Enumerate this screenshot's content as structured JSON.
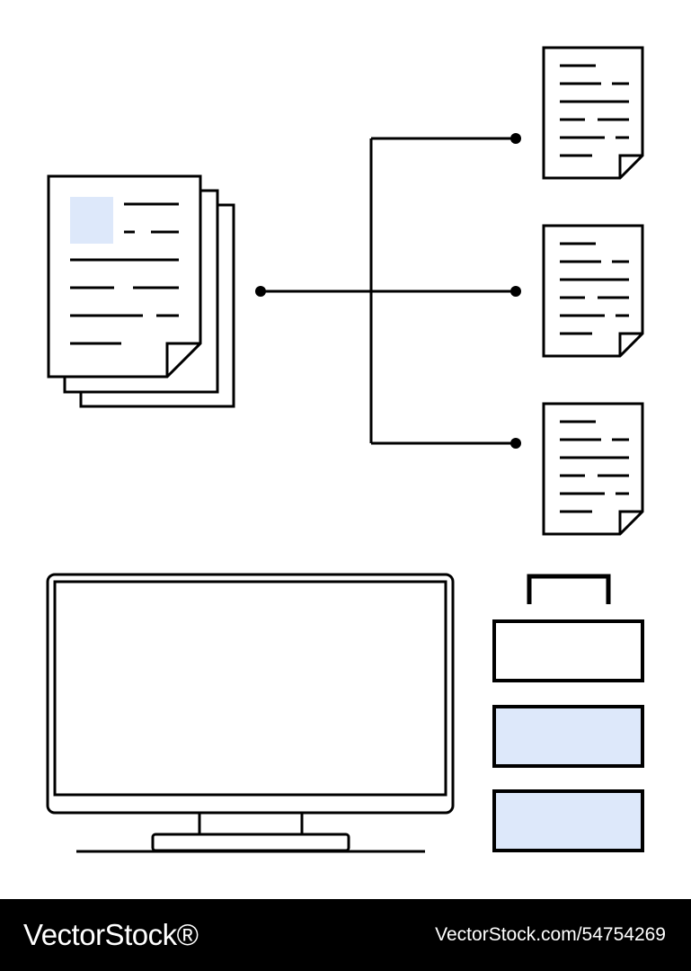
{
  "colors": {
    "background": "#ffffff",
    "stroke": "#000000",
    "fill_accent": "#dde8fa",
    "footer_background": "#000000",
    "footer_text": "#ffffff"
  },
  "icons": [
    "document-stack-icon",
    "document-icon",
    "monitor-icon",
    "battery-icon"
  ],
  "battery": {
    "filled_segments": 2,
    "total_segments": 3
  },
  "footer": {
    "brand": "VectorStock®",
    "image_id": "VectorStock.com/54754269"
  }
}
